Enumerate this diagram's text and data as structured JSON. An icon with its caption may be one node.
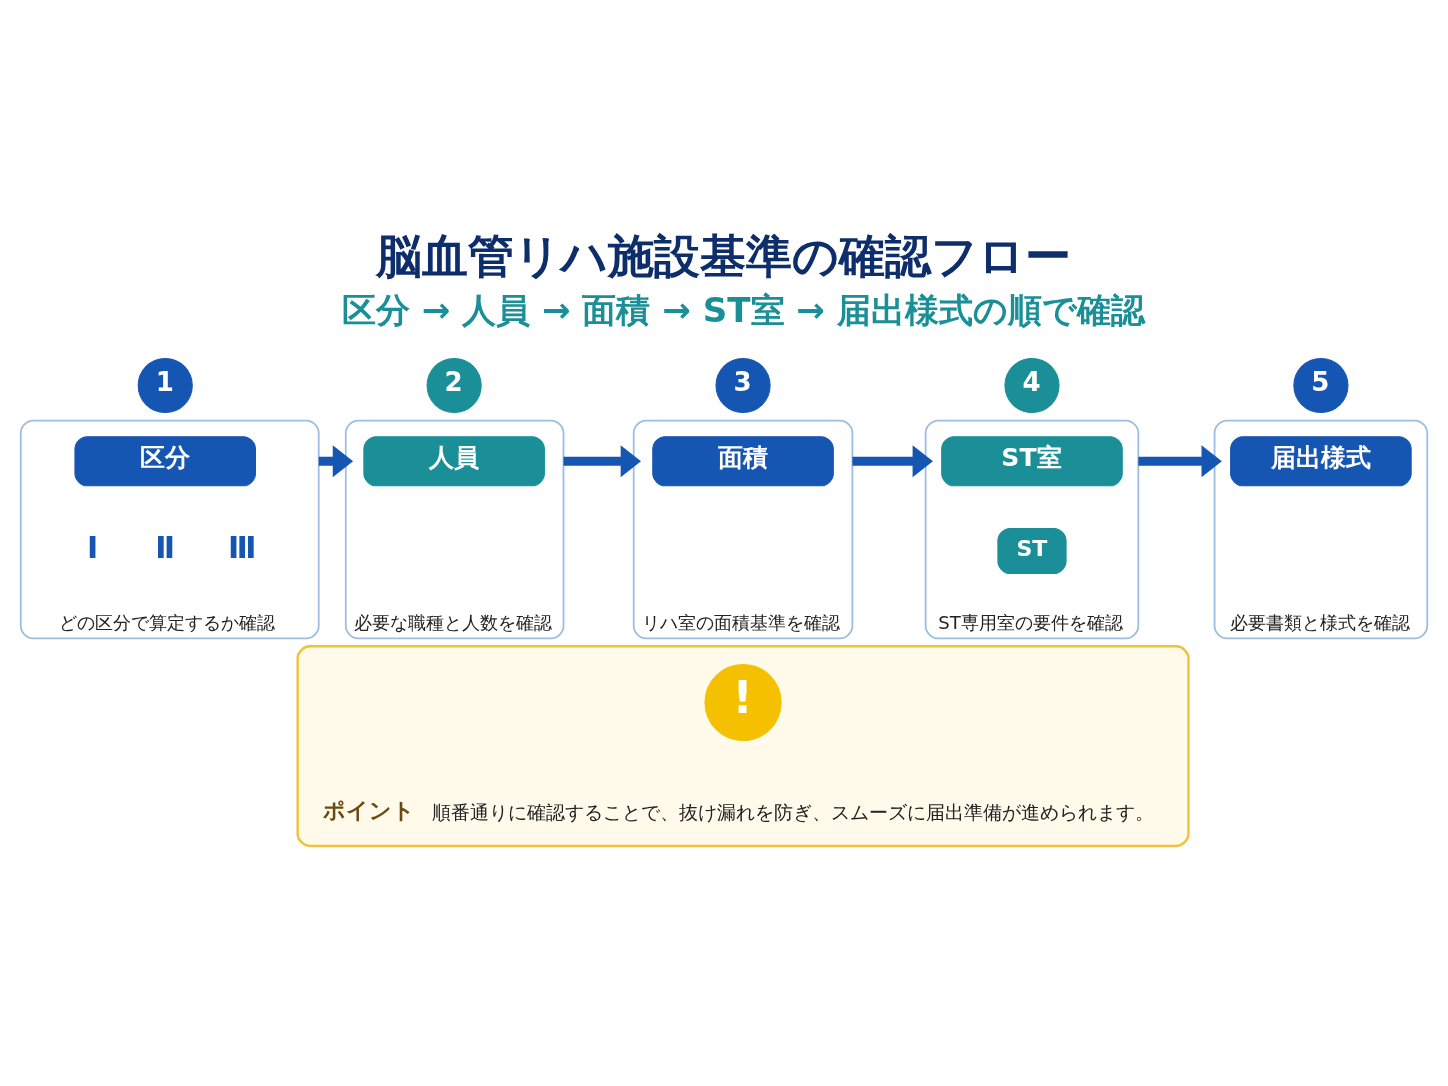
{
  "diagram": {
    "title": "脳血管リハ施設基準の確認フロー",
    "nodes": [
      {
        "text": [
          "1"
        ]
      },
      {
        "text": [
          "どの区分で算定するか確認"
        ]
      },
      {
        "text": [
          "区分"
        ],
        "in": 1
      },
      {
        "text": [
          "2"
        ]
      },
      {
        "text": [
          "必要な職種と人数を確認"
        ]
      },
      {
        "text": [
          "人員"
        ],
        "in": 4
      },
      {
        "text": [
          "3"
        ]
      },
      {
        "text": [
          "リハ室の面積基準を確認"
        ]
      },
      {
        "text": [
          "面積"
        ],
        "in": 7
      },
      {
        "text": [
          "4"
        ]
      },
      {
        "text": [
          "ST専用室の要件を確認"
        ]
      },
      {
        "text": [
          "ST室"
        ],
        "in": 10
      },
      {
        "text": [
          "ST"
        ],
        "in": 10
      },
      {
        "text": [
          "5"
        ]
      },
      {
        "text": [
          "必要書類と様式を確認"
        ]
      },
      {
        "text": [
          "届出様式"
        ],
        "in": 14
      },
      {
        "text": [
          "ポイント",
          "順番通りに確認することで、抜け漏れを防ぎ、スムーズに届出準備が進められます。"
        ]
      },
      {
        "text": [
          "!"
        ],
        "in": 16
      }
    ],
    "edges": [
      {
        "from": 1,
        "to": 4,
        "arrow": "to"
      },
      {
        "from": 4,
        "to": 7,
        "arrow": "to"
      },
      {
        "from": 7,
        "to": 10,
        "arrow": "to"
      },
      {
        "from": 10,
        "to": 14,
        "arrow": "to"
      }
    ],
    "labels": [
      "区分 → 人員 → 面積 → ST室 → 届出様式の順で確認",
      "Ⅰ",
      "Ⅱ",
      "Ⅲ"
    ]
  }
}
